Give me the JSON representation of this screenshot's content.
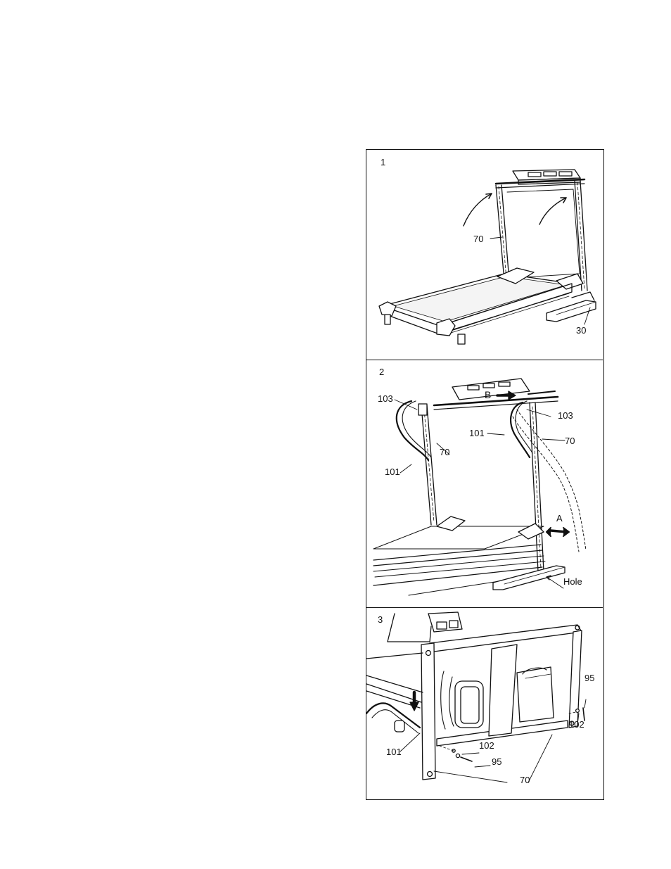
{
  "figures": [
    {
      "number": "1",
      "callouts": {
        "frame": "70",
        "base": "30"
      }
    },
    {
      "number": "2",
      "callouts": {
        "bolt_left": "103",
        "bolt_right": "103",
        "handrail_left": "101",
        "handrail_right": "101",
        "frame_left": "70",
        "frame_right": "70",
        "arrow_a": "A",
        "arrow_b": "B",
        "hole": "Hole"
      }
    },
    {
      "number": "3",
      "callouts": {
        "bolt_right": "95",
        "washer_right": "102",
        "handrail": "101",
        "washer_front": "102",
        "bolt_front": "95",
        "frame": "70"
      }
    }
  ]
}
